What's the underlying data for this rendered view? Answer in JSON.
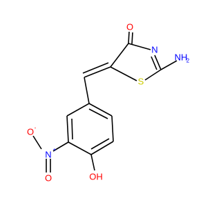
{
  "colors": {
    "carbon": "#000000",
    "oxygen": "#ff0000",
    "nitrogen": "#0000ff",
    "sulfur": "#cccc00"
  },
  "atoms": {
    "carbonyl_o": "O",
    "ring_n": "N",
    "amine": "NH",
    "amine_h2": "2",
    "sulfur": "S",
    "nitro_n": "N",
    "nitro_n_charge": "+",
    "nitro_o": "O",
    "nitro_o_charge": "-",
    "nitro_o2": "O",
    "hydroxyl": "OH"
  }
}
